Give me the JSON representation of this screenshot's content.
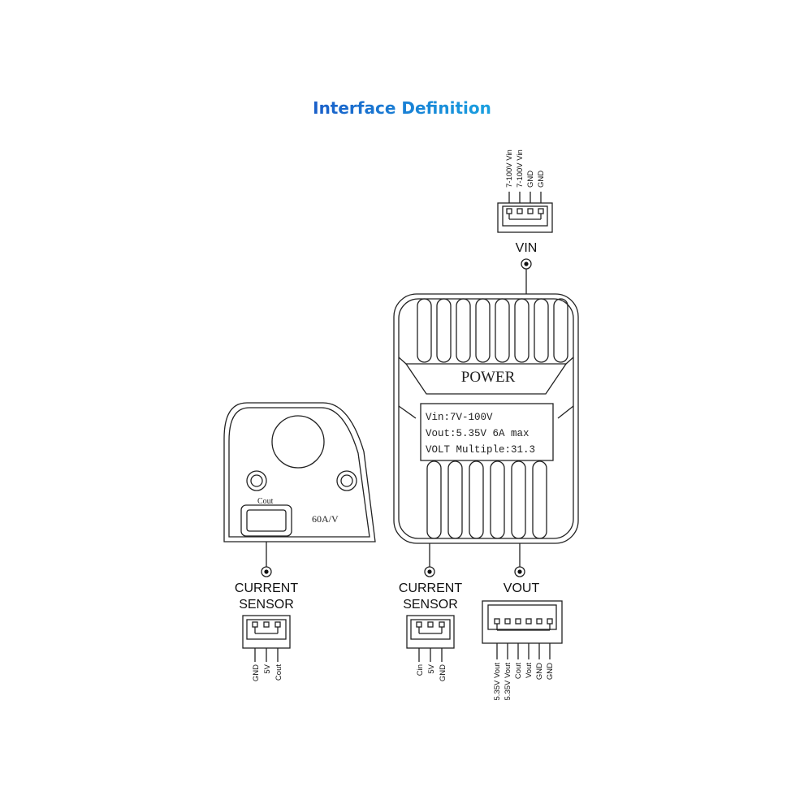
{
  "title": "Interface Definition",
  "colors": {
    "title_start": "#1a5fc9",
    "title_end": "#19a0e0",
    "line": "#222222"
  },
  "vin_connector": {
    "label": "VIN",
    "pins": [
      "7-100V Vin",
      "7-100V Vin",
      "GND",
      "GND"
    ]
  },
  "power_module": {
    "label": "POWER",
    "spec_lines": [
      "Vin:7V-100V",
      "Vout:5.35V 6A max",
      "VOLT Multiple:31.3"
    ]
  },
  "current_sensor": {
    "marking": "60A/V",
    "port_text": "Cout",
    "connector_label_line1": "CURRENT",
    "connector_label_line2": "SENSOR",
    "pins": [
      "GND",
      "5V",
      "Cout"
    ]
  },
  "module_current_port": {
    "label_line1": "CURRENT",
    "label_line2": "SENSOR",
    "pins": [
      "Cin",
      "5V",
      "GND"
    ]
  },
  "vout_connector": {
    "label": "VOUT",
    "pins": [
      "5.35V Vout",
      "5.35V Vout",
      "Cout",
      "Vout",
      "GND",
      "GND"
    ]
  }
}
